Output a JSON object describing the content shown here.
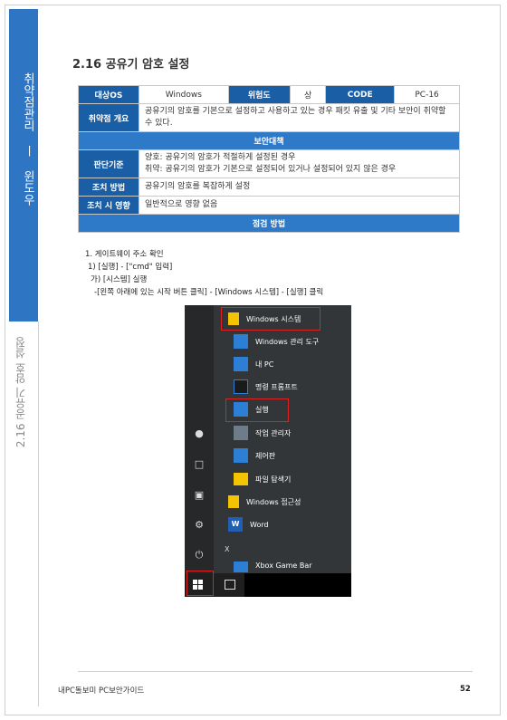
{
  "sidebar": {
    "chapter": "취약점관리 ㅣ 윈도우",
    "section": "2.16 공유기 암호 설정"
  },
  "title": "2.16 공유기 암호 설정",
  "table": {
    "target_os_label": "대상OS",
    "target_os_value": "Windows",
    "risk_label": "위험도",
    "risk_value": "상",
    "code_label": "CODE",
    "code_value": "PC-16",
    "vuln_summary_label": "취약점 개요",
    "vuln_summary": "공유기의 암호를 기본으로 설정하고 사용하고 있는 경우 패킷 유출 및 기타 보안이 취약할 수 있다.",
    "security_measures_band": "보안대책",
    "criteria_label": "판단기준",
    "criteria_good": "양호: 공유기의 암호가 적절하게 설정된 경우",
    "criteria_bad": "취약: 공유기의 암호가 기본으로 설정되어 있거나 설정되어 있지 않은 경우",
    "action_label": "조치 방법",
    "action_value": "공유기의 암호를 복잡하게 설정",
    "impact_label": "조치 시 영향",
    "impact_value": "일반적으로 영향 없음",
    "check_band": "점검 방법"
  },
  "steps": [
    "1. 게이트웨이 주소 확인",
    " 1) [실행] - [\"cmd\" 입력]",
    "  가) [시스템] 실행",
    "   -[왼쪽 아래에 있는 시작 버튼 클릭] - [Windows 시스템] - [실행] 클릭"
  ],
  "screenshot": {
    "menu_items": [
      {
        "label": "Windows 시스템",
        "icon": "folder-icon"
      },
      {
        "label": "Windows 관리 도구",
        "icon": "admin-tools-icon"
      },
      {
        "label": "내 PC",
        "icon": "pc-icon"
      },
      {
        "label": "명령 프롬프트",
        "icon": "cmd-icon"
      },
      {
        "label": "실행",
        "icon": "run-icon"
      },
      {
        "label": "작업 관리자",
        "icon": "task-manager-icon"
      },
      {
        "label": "제어판",
        "icon": "control-panel-icon"
      },
      {
        "label": "파일 탐색기",
        "icon": "file-explorer-icon"
      },
      {
        "label": "Windows 접근성",
        "icon": "folder-icon"
      },
      {
        "label": "Word",
        "icon": "word-icon"
      }
    ],
    "section_letter": "X",
    "cut_item": "Xbox Game Bar",
    "highlight_color": "#e02020"
  },
  "footer": {
    "left": "내PC돌보미 PC보안가이드",
    "page": "52"
  },
  "colors": {
    "sidebar_blue": "#2e75c3",
    "header_blue": "#1a5ea6",
    "band_blue": "#2e7ac8"
  }
}
